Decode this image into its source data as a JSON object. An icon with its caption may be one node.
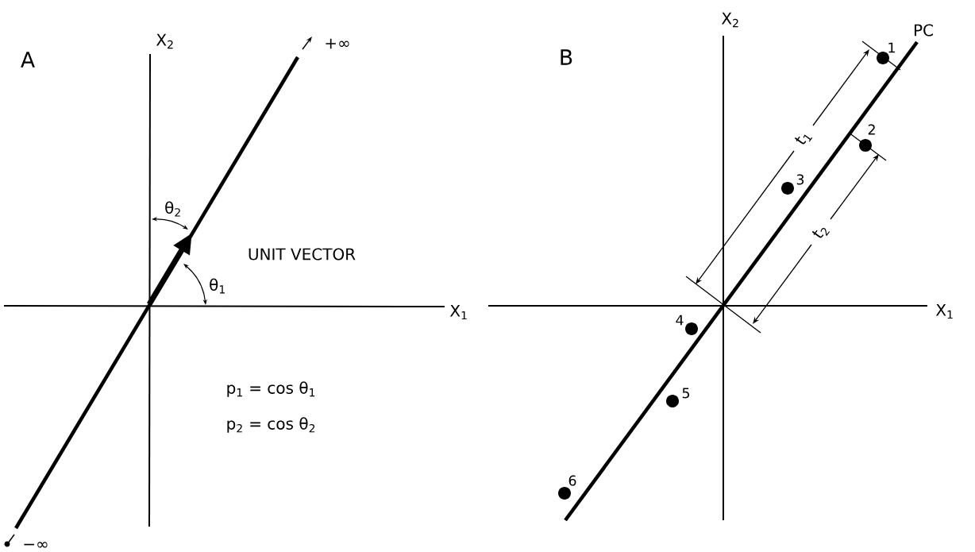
{
  "diagram": {
    "nodes": [
      {
        "text": [],
        "shape": "circle",
        "beside": [
          "1"
        ]
      },
      {
        "text": [],
        "shape": "circle",
        "beside": [
          "2"
        ]
      },
      {
        "text": [],
        "shape": "circle",
        "beside": [
          "3"
        ]
      },
      {
        "text": [],
        "shape": "circle",
        "beside": [
          "4"
        ]
      },
      {
        "text": [],
        "shape": "circle",
        "beside": [
          "5"
        ]
      },
      {
        "text": [],
        "shape": "circle",
        "beside": [
          "6"
        ]
      }
    ],
    "labels": [
      "A",
      "X$_{2}$",
      "+∞",
      "θ$_{2}$",
      "UNIT VECTOR",
      "θ$_{1}$",
      "X$_{1}$",
      "p$_{1}$ = cos θ$_{1}$",
      "p$_{2}$ = cos θ$_{2}$",
      "−∞",
      "B",
      "X$_{2}$",
      "PC",
      "t$_{1}$",
      "t$_{2}$",
      "X$_{1}$"
    ]
  }
}
